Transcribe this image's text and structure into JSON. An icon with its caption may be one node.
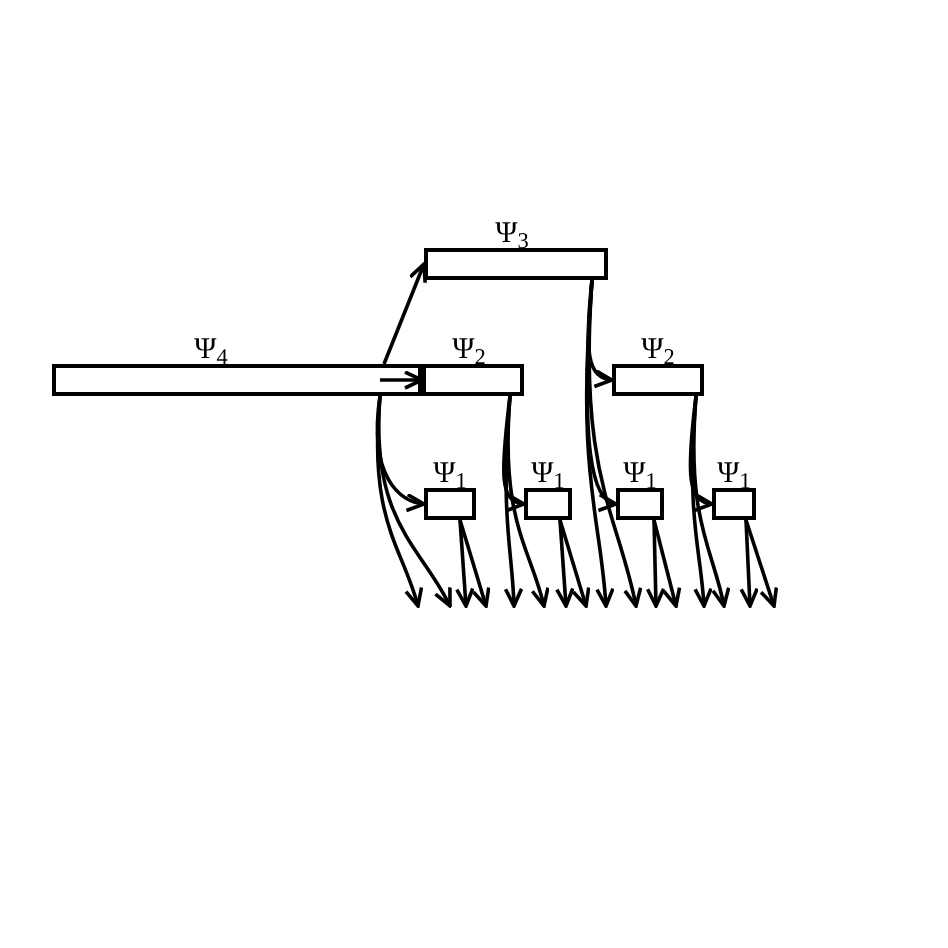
{
  "diagram": {
    "nodes": [
      {
        "text": [
          "Ψ$_{3}$"
        ]
      },
      {
        "text": [
          "Ψ$_{4}$"
        ]
      },
      {
        "text": [
          "Ψ$_{2}$"
        ]
      },
      {
        "text": [
          "Ψ$_{2}$"
        ]
      },
      {
        "text": [
          "Ψ$_{1}$"
        ]
      },
      {
        "text": [
          "Ψ$_{1}$"
        ]
      },
      {
        "text": [
          "Ψ$_{1}$"
        ]
      },
      {
        "text": [
          "Ψ$_{1}$"
        ]
      }
    ],
    "edges": [
      {
        "from": 1,
        "to": 0,
        "arrow": "to"
      },
      {
        "from": 1,
        "to": 2,
        "arrow": "to"
      },
      {
        "from": 1,
        "to": 4,
        "arrow": "to"
      },
      {
        "from": 1,
        "to": null,
        "arrow": "to"
      },
      {
        "from": 1,
        "to": null,
        "arrow": "to"
      },
      {
        "from": 0,
        "to": 3,
        "arrow": "to"
      },
      {
        "from": 0,
        "to": 6,
        "arrow": "to"
      },
      {
        "from": 0,
        "to": null,
        "arrow": "to"
      },
      {
        "from": 0,
        "to": null,
        "arrow": "to"
      },
      {
        "from": 2,
        "to": 5,
        "arrow": "to"
      },
      {
        "from": 2,
        "to": null,
        "arrow": "to"
      },
      {
        "from": 2,
        "to": null,
        "arrow": "to"
      },
      {
        "from": 3,
        "to": 7,
        "arrow": "to"
      },
      {
        "from": 3,
        "to": null,
        "arrow": "to"
      },
      {
        "from": 3,
        "to": null,
        "arrow": "to"
      },
      {
        "from": 4,
        "to": null,
        "arrow": "to"
      },
      {
        "from": 4,
        "to": null,
        "arrow": "to"
      },
      {
        "from": 5,
        "to": null,
        "arrow": "to"
      },
      {
        "from": 5,
        "to": null,
        "arrow": "to"
      },
      {
        "from": 6,
        "to": null,
        "arrow": "to"
      },
      {
        "from": 6,
        "to": null,
        "arrow": "to"
      },
      {
        "from": 7,
        "to": null,
        "arrow": "to"
      },
      {
        "from": 7,
        "to": null,
        "arrow": "to"
      }
    ]
  }
}
